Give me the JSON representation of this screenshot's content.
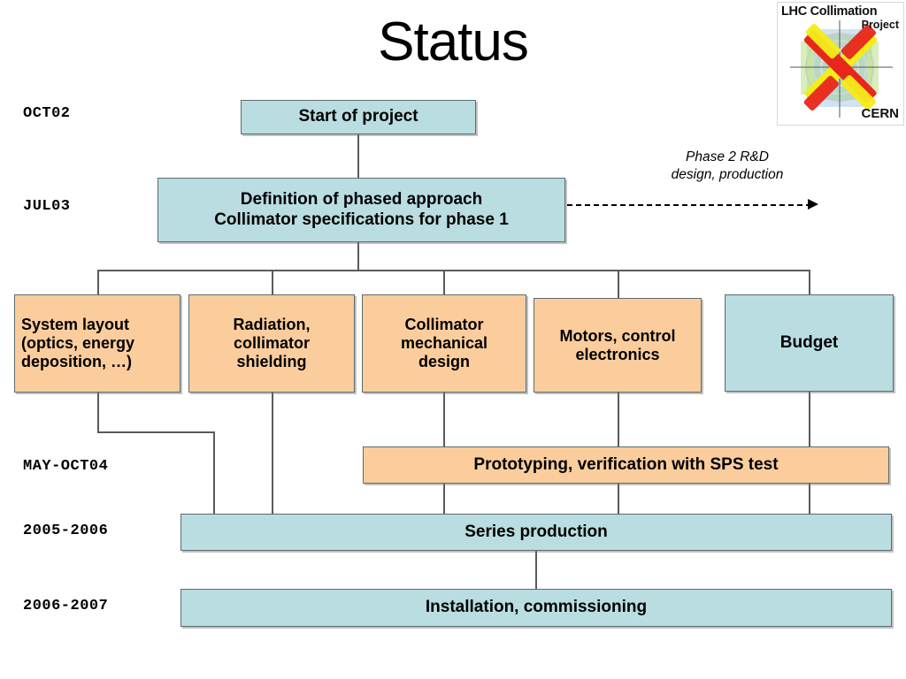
{
  "slide": {
    "title": "Status"
  },
  "logo": {
    "line1": "LHC Collimation",
    "line2": "Project",
    "line3": "CERN",
    "alt": "lhc-collimation-project-cern-logo"
  },
  "timeline": {
    "labels": [
      {
        "id": "oct02",
        "text": "OCT02"
      },
      {
        "id": "jul03",
        "text": "JUL03"
      },
      {
        "id": "mayoct04",
        "text": "MAY-OCT04"
      },
      {
        "id": "2005-2006",
        "text": "2005-2006"
      },
      {
        "id": "2006-2007",
        "text": "2006-2007"
      }
    ]
  },
  "nodes": {
    "start_of_project": "Start of project",
    "definition_line1": "Definition of phased approach",
    "definition_line2": "Collimator specifications for phase 1",
    "system_layout_line1": "System layout",
    "system_layout_line2": "(optics, energy",
    "system_layout_line3": "deposition, …)",
    "radiation_line1": "Radiation,",
    "radiation_line2": "collimator",
    "radiation_line3": "shielding",
    "collimator_design_line1": "Collimator",
    "collimator_design_line2": "mechanical",
    "collimator_design_line3": "design",
    "motors_line1": "Motors, control",
    "motors_line2": "electronics",
    "budget": "Budget",
    "prototyping": "Prototyping, verification with SPS test",
    "series_production": "Series production",
    "installation": "Installation, commissioning"
  },
  "annotations": {
    "phase2_line1": "Phase 2 R&D",
    "phase2_line2": "design, production"
  },
  "colors": {
    "blue_fill": "#b9dde0",
    "peach_fill": "#fbcd9d",
    "border": "#5d6b6e",
    "line": "#5a5a5a",
    "text": "#000000",
    "logo_red": "#e8261c",
    "logo_yellow": "#f5ec18",
    "logo_green": "#b5e06a",
    "logo_blue": "#aeccea"
  }
}
